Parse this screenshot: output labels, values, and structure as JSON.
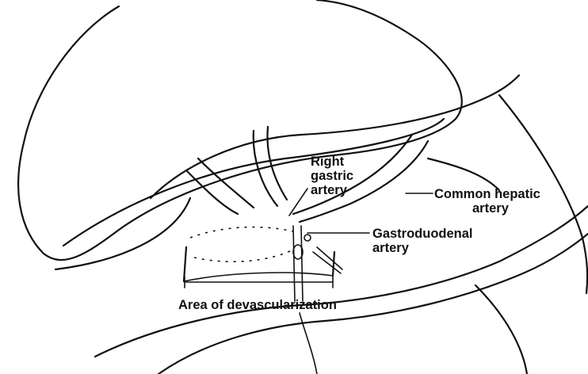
{
  "labels": {
    "right_gastric_line1": "Right",
    "right_gastric_line2": "gastric",
    "right_gastric_line3": "artery",
    "common_hepatic_line1": "Common hepatic",
    "common_hepatic_line2": "artery",
    "gastroduodenal_line1": "Gastroduodenal",
    "gastroduodenal_line2": "artery",
    "area": "Area of devascularization"
  },
  "colors": {
    "ink": "#111111",
    "background": "#ffffff"
  }
}
